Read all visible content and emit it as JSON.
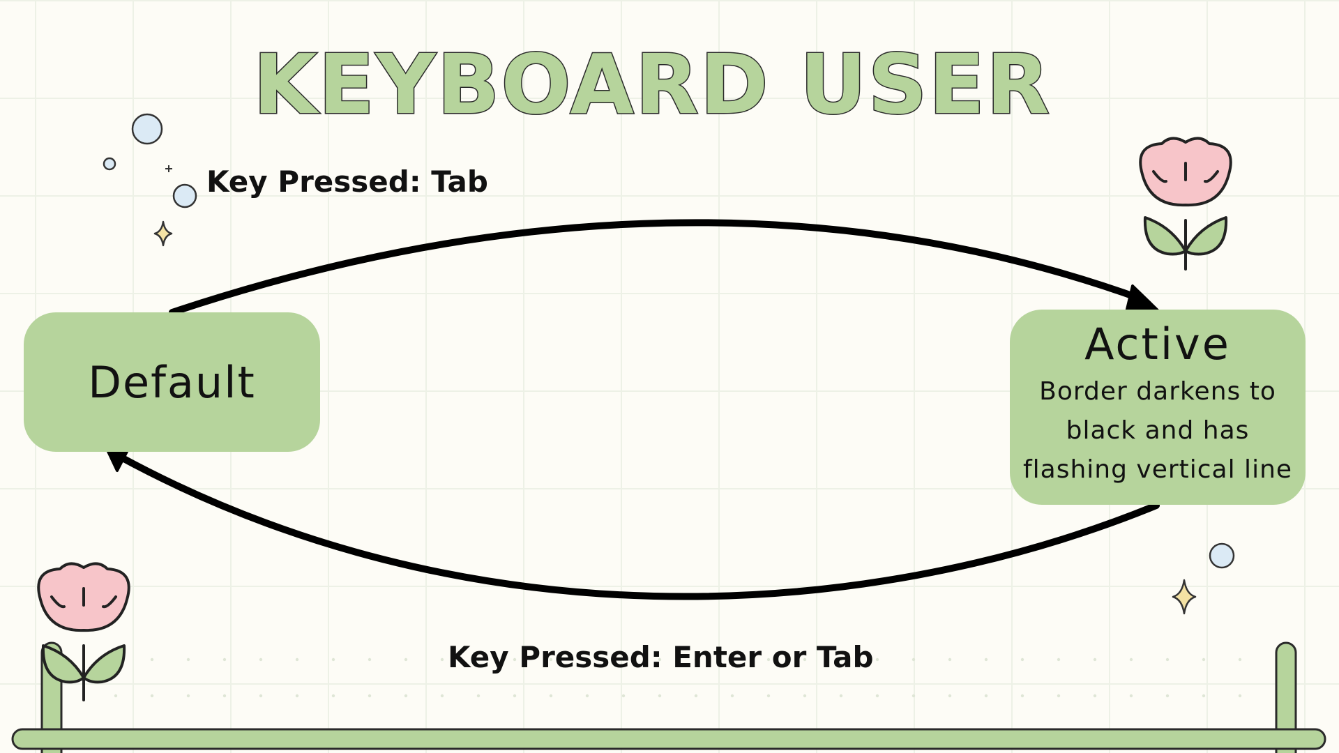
{
  "title": "KEYBOARD USER",
  "nodes": {
    "default": {
      "label": "Default"
    },
    "active": {
      "label": "Active",
      "description": "Border darkens to black and has flashing vertical line"
    }
  },
  "transitions": {
    "default_to_active": {
      "label": "Key Pressed: Tab"
    },
    "active_to_default": {
      "label": "Key Pressed: Enter or Tab"
    }
  },
  "colors": {
    "background": "#fdfcf6",
    "node_fill": "#b6d49c",
    "flower_petal": "#f7c5c9",
    "leaf": "#b6d49c",
    "bubble": "#dbeaf5",
    "sparkle": "#f4e2a4",
    "arrow": "#000000"
  },
  "decorations": [
    "flower-icon",
    "bubble-icon",
    "sparkle-icon"
  ]
}
